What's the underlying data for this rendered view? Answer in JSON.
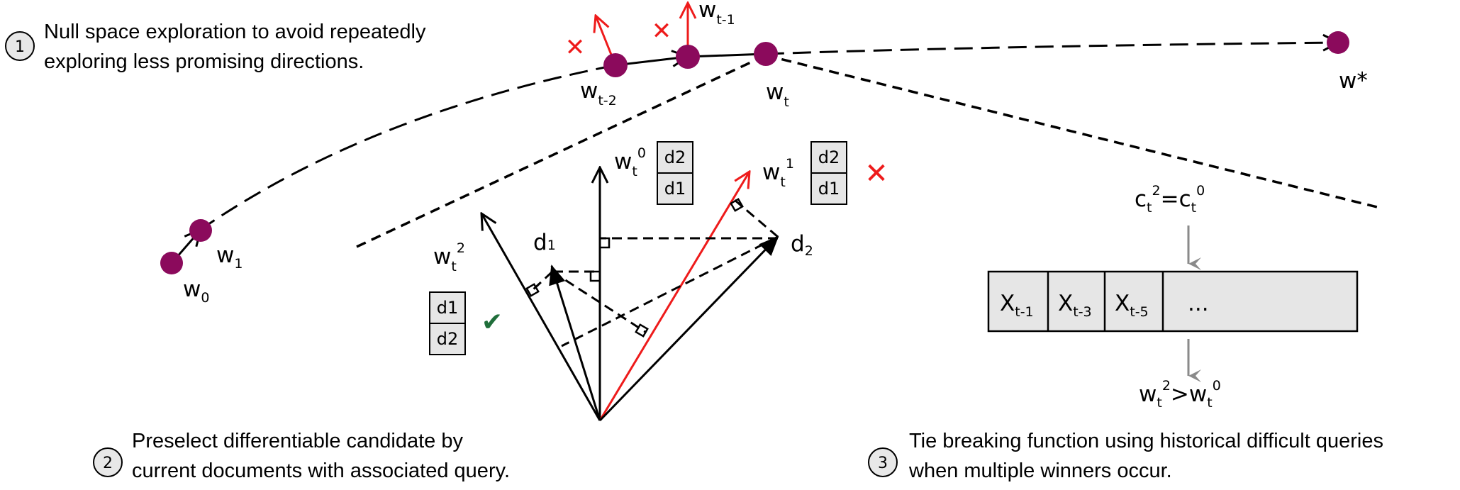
{
  "steps": [
    {
      "number": "1",
      "lines": [
        "Null space exploration to avoid repeatedly",
        "exploring less promising directions."
      ]
    },
    {
      "number": "2",
      "lines": [
        "Preselect differentiable candidate by",
        "current documents with associated query."
      ]
    },
    {
      "number": "3",
      "lines": [
        "Tie breaking function using historical difficult queries",
        "when multiple winners occur."
      ]
    }
  ],
  "weights": {
    "w0": {
      "base": "w",
      "sub": "0"
    },
    "w1": {
      "base": "w",
      "sub": "1"
    },
    "wt2": {
      "base": "w",
      "sub": "t-2"
    },
    "wt1": {
      "base": "w",
      "sub": "t-1"
    },
    "wt": {
      "base": "w",
      "sub": "t"
    },
    "wstar": "w*"
  },
  "candidates": {
    "c0": {
      "base": "w",
      "sub": "t",
      "sup": "0",
      "docs": [
        "d2",
        "d1"
      ]
    },
    "c1": {
      "base": "w",
      "sub": "t",
      "sup": "1",
      "docs": [
        "d2",
        "d1"
      ]
    },
    "c2": {
      "base": "w",
      "sub": "t",
      "sup": "2",
      "docs": [
        "d1",
        "d2"
      ]
    }
  },
  "documents": {
    "d1": "d1",
    "d2": "d2"
  },
  "marks": {
    "reject": "✕",
    "accept": "✔"
  },
  "tie": {
    "equation": {
      "lhs_base": "c",
      "lhs_sub": "t",
      "lhs_sup": "2",
      "op": "=",
      "rhs_base": "c",
      "rhs_sub": "t",
      "rhs_sup": "0"
    },
    "queue": [
      {
        "base": "X",
        "sub": "t-1"
      },
      {
        "base": "X",
        "sub": "t-3"
      },
      {
        "base": "X",
        "sub": "t-5"
      }
    ],
    "queue_more": "...",
    "result": {
      "lhs_base": "w",
      "lhs_sub": "t",
      "lhs_sup": "2",
      "op": ">",
      "rhs_base": "w",
      "rhs_sub": "t",
      "rhs_sup": "0"
    }
  },
  "colors": {
    "point": "#8b0a5c",
    "red": "#ee1b1b",
    "green": "#1f6e3a",
    "box": "#e6e6e6",
    "arrow_gray": "#8a8a8a"
  }
}
